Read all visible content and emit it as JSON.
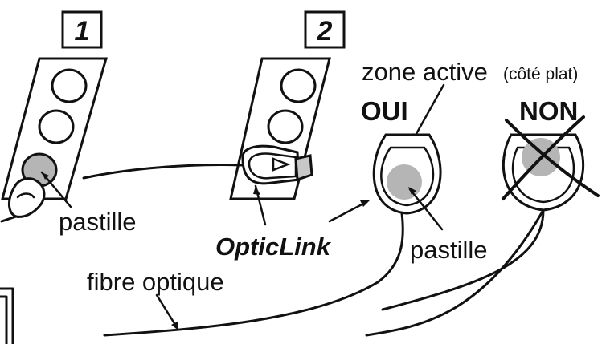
{
  "steps": {
    "one": "1",
    "two": "2"
  },
  "labels": {
    "pastille_left": "pastille",
    "pastille_right": "pastille",
    "opticlink": "OpticLink",
    "zone_active": "zone active",
    "cote_plat": "(côté plat)",
    "oui": "OUI",
    "non": "NON",
    "fibre_optique": "fibre optique"
  },
  "colors": {
    "ink": "#111111",
    "pastille_fill": "#b5b5b5",
    "opticlink_body": "#c8c8c8",
    "background": "#ffffff"
  },
  "icons": {
    "finger": "finger-icon",
    "cross": "cross-out-icon"
  }
}
